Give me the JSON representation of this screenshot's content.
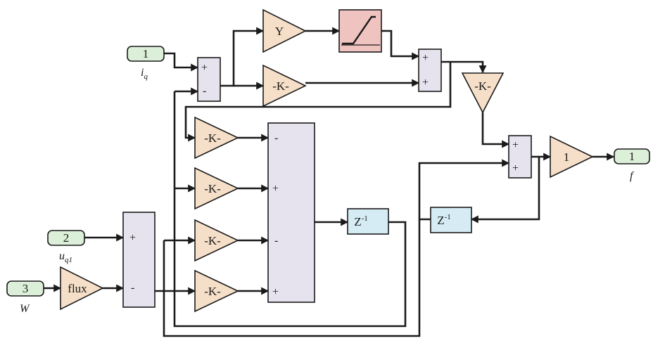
{
  "ports": {
    "in1": {
      "number": "1",
      "label": "i",
      "sub": "q"
    },
    "in2": {
      "number": "2",
      "label": "u",
      "sub": "q1"
    },
    "in3": {
      "number": "3",
      "label": "W"
    },
    "out1": {
      "number": "1",
      "label": "f"
    }
  },
  "blocks": {
    "flux": "flux",
    "y_gain": "Y",
    "k_gain": "-K-",
    "unity_gain": "1",
    "delay_base": "Z",
    "delay_exp": "-1"
  },
  "signs": {
    "plus": "+",
    "minus": "-"
  }
}
